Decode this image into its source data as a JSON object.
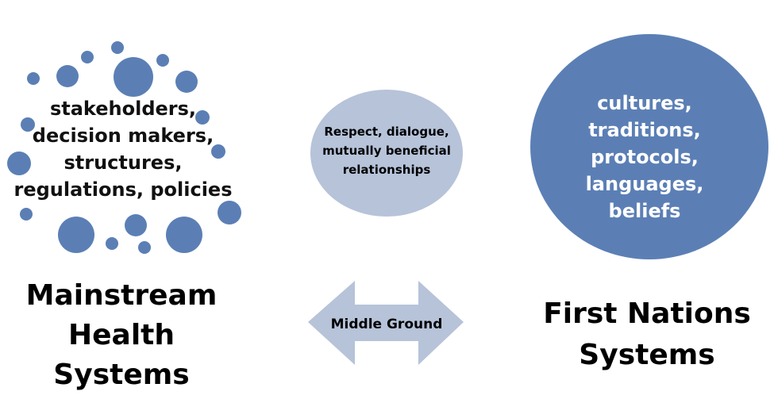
{
  "colors": {
    "dot": "#5b7fb5",
    "right_circle": "#5b7fb5",
    "middle_circle": "#b6c3d9",
    "arrow": "#b6c3d9"
  },
  "left": {
    "list_lines": [
      "stakeholders,",
      "decision makers,",
      "structures,",
      "regulations, policies"
    ],
    "title_lines": [
      "Mainstream",
      "Health",
      "Systems"
    ]
  },
  "middle": {
    "circle_lines": [
      "Respect, dialogue,",
      "mutually beneficial",
      "relationships"
    ],
    "arrow_label": "Middle Ground"
  },
  "right": {
    "list_lines": [
      "cultures,",
      "traditions,",
      "protocols,",
      "languages,",
      "beliefs"
    ],
    "title_lines": [
      "First Nations",
      "Systems"
    ]
  }
}
